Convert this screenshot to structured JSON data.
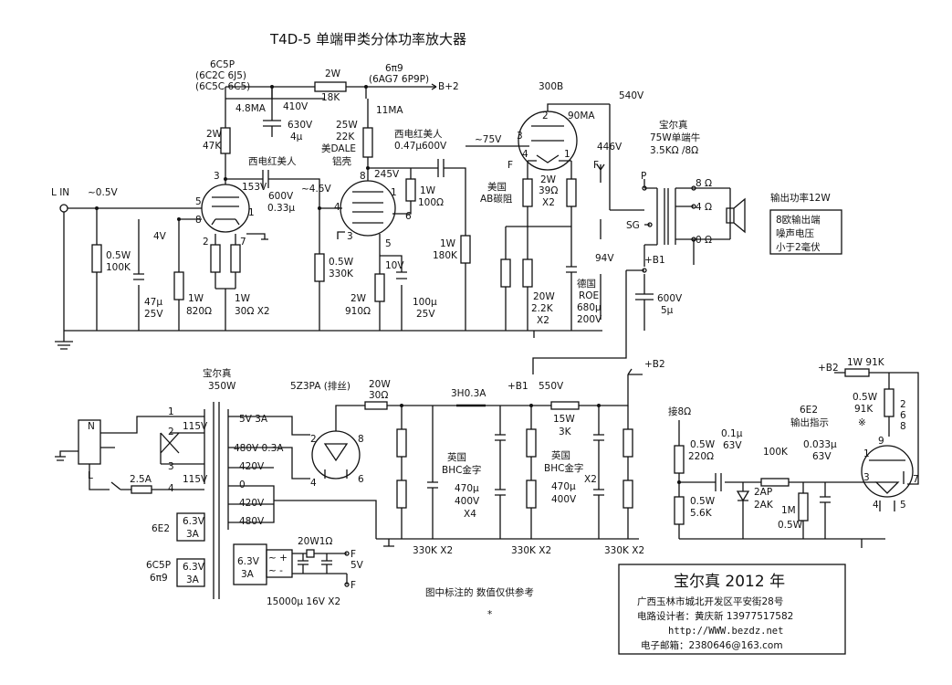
{
  "title": "T4D-5 单端甲类分体功率放大器",
  "input": {
    "label": "L IN",
    "level": "~0.5V"
  },
  "v1": {
    "tube": "6C5P",
    "subs1": "(6C2C 6J5)",
    "subs2": "(6C5C 6C5)",
    "current": "4.8MA",
    "plate_r_w": "2W",
    "plate_r": "47K",
    "plate_v": "153V",
    "grid_r_w": "0.5W",
    "grid_r": "100K",
    "cathode_v": "4V",
    "cath_cap": "47μ",
    "cath_cap_v": "25V",
    "cath_r_w": "1W",
    "cath_r": "820Ω",
    "heater_r_w": "1W",
    "heater_r": "30Ω X2"
  },
  "decouple": {
    "r_w": "2W",
    "r": "18K",
    "v": "410V",
    "cap_v": "630V",
    "cap": "4μ"
  },
  "coupling1": {
    "brand": "西电红美人",
    "v": "600V",
    "c": "0.33μ",
    "bias": "~4.5V"
  },
  "v2": {
    "tube": "6π9",
    "subs": "(6AG7 6P9P)",
    "current": "11MA",
    "plate_r_w": "25W",
    "plate_r": "22K",
    "plate_r_brand1": "美DALE",
    "plate_r_brand2": "铝壳",
    "plate_v": "245V",
    "screen_r_w": "1W",
    "screen_r": "100Ω",
    "grid_r_w": "0.5W",
    "grid_r": "330K",
    "cathode_v": "10V",
    "cath_r_w": "2W",
    "cath_r": "910Ω",
    "cath_cap": "100μ",
    "cath_cap_v": "25V",
    "node": "B+2"
  },
  "coupling2": {
    "brand": "西电红美人",
    "c": "0.47μ",
    "v": "600V",
    "drive": "~75V"
  },
  "v3": {
    "tube": "300B",
    "current": "90MA",
    "plate_v": "540V",
    "node_v": "446V",
    "grid_r_w": "1W",
    "grid_r": "180K",
    "bias_brand1": "美国",
    "bias_brand2": "AB碳阻",
    "fil_r_w": "2W",
    "fil_r": "39Ω",
    "fil_r_n": "X2",
    "fil_f": "F",
    "cath_r_w": "20W",
    "cath_r": "2.2K",
    "cath_r_n": "X2",
    "cath_cap_brand1": "德国",
    "cath_cap_brand2": "ROE",
    "cath_cap": "680μ",
    "cath_cap_v": "200V",
    "cathode_v": "94V"
  },
  "ot": {
    "brand": "宝尔真",
    "desc": "75W单端牛",
    "imp": "3.5KΩ /8Ω",
    "p": "P",
    "sg": "SG",
    "b1": "+B1",
    "t8": "8 Ω",
    "t4": "4 Ω",
    "t0": "0 Ω",
    "cap_v": "600V",
    "cap": "5μ"
  },
  "output": {
    "power": "输出功率12W",
    "noise1": "8欧输出端",
    "noise2": "噪声电压",
    "noise3": "小于2毫伏"
  },
  "ptx": {
    "brand": "宝尔真",
    "va": "350W",
    "n": "N",
    "l": "L",
    "fuse": "2.5A",
    "p1": "1",
    "p2": "2",
    "p3": "3",
    "p4": "4",
    "pv1": "115V",
    "pv2": "115V",
    "s1": "5V 3A",
    "s2": "480V 0.3A",
    "s3": "420V",
    "s4": "0",
    "s5": "420V",
    "s6": "480V",
    "h1_tube": "6E2",
    "h1_v": "6.3V",
    "h1_a": "3A",
    "h2_tube1": "6C5P",
    "h2_tube2": "6π9",
    "h2_v": "6.3V",
    "h2_a": "3A",
    "h3_v": "6.3V",
    "h3_a": "3A",
    "h3_r": "20W1Ω",
    "f1": "F",
    "f2": "F",
    "dc": "5V",
    "h3_cap": "15000μ 16V X2"
  },
  "rect": {
    "tube": "5Z3PA (排丝)",
    "p2": "2",
    "p4": "4",
    "p6": "6",
    "p8": "8",
    "r_w": "20W",
    "r": "30Ω"
  },
  "filter": {
    "choke": "3H0.3A",
    "b1": "+B1",
    "v": "550V",
    "r_w": "15W",
    "r": "3K",
    "b2": "+B2",
    "cap1_brand1": "英国",
    "cap1_brand2": "BHC金字",
    "cap1": "470μ",
    "cap1_v": "400V",
    "cap1_n": "X4",
    "cap2_brand1": "英国",
    "cap2_brand2": "BHC金字",
    "cap2": "470μ",
    "cap2_v": "400V",
    "cap2_n": "X2",
    "bleed1": "330K X2",
    "bleed2": "330K X2",
    "bleed3": "330K X2"
  },
  "indicator": {
    "tap": "接8Ω",
    "r1_w": "0.5W",
    "r1": "220Ω",
    "r2_w": "0.5W",
    "r2": "5.6K",
    "c1": "0.1μ",
    "c1_v": "63V",
    "d1": "2AP",
    "d2": "2AK",
    "r3": "100K",
    "c2": "0.033μ",
    "c2_v": "63V",
    "r4_w": "1M",
    "r4": "0.5W",
    "tube": "6E2",
    "title": "输出指示",
    "b2": "+B2",
    "r5": "1W 91K",
    "r6_w": "0.5W",
    "r6": "91K",
    "mark": "※",
    "pin1": "1",
    "pin2": "2",
    "pin3": "3",
    "pin4": "4",
    "pin5": "5",
    "pin6": "6",
    "pin7": "7",
    "pin8": "8",
    "pin9": "9"
  },
  "footer": {
    "brand": "宝尔真 2012 年",
    "addr": "广西玉林市城北开发区平安街28号",
    "designer": "电路设计者：黄庆新  13977517582",
    "web": "http://WWW.bezdz.net",
    "email": "电子邮箱：2380646@163.com"
  },
  "note": "图中标注的 数值仅供参考",
  "star": "*"
}
